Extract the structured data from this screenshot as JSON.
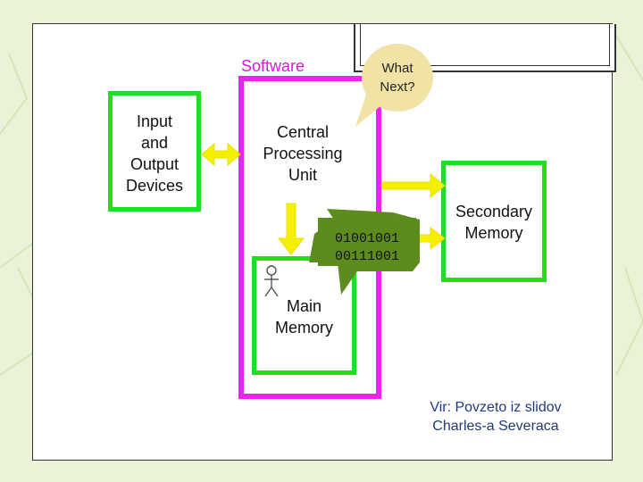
{
  "diagram": {
    "software_label": "Software",
    "io_label": "Input\nand\nOutput\nDevices",
    "cpu_label": "Central\nProcessing\nUnit",
    "thought_bubble": "What\nNext?",
    "binary_line1": "01001001",
    "binary_line2": "00111001",
    "main_memory_label": "Main\nMemory",
    "secondary_memory_label": "Secondary\nMemory"
  },
  "caption": {
    "line1": "Vir: Povzeto iz slidov",
    "line2": "Charles-a Severaca"
  },
  "colors": {
    "software_border": "#ee22ee",
    "box_border": "#22dd22",
    "arrow": "#f4f000",
    "bubble_tan": "#f1e3a6",
    "bubble_green": "#5d8c1e",
    "caption_text": "#1f3a7a"
  }
}
